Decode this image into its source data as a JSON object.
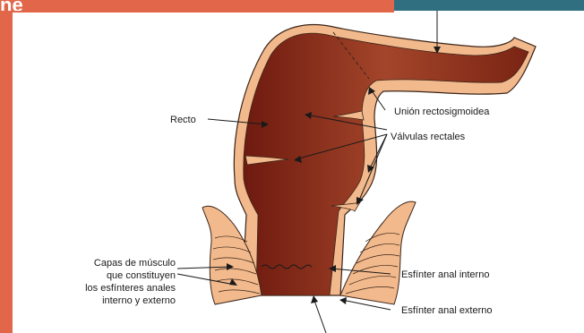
{
  "header": {
    "tab_text": "ne"
  },
  "labels": {
    "recto": "Recto",
    "union": "Unión rectosigmoidea",
    "valvulas": "Válvulas rectales",
    "capas_line1": "Capas de músculo",
    "capas_line2": "que constituyen",
    "capas_line3": "los esfínteres anales",
    "capas_line4": "interno y externo",
    "esfinter_interno": "Esfínter anal interno",
    "esfinter_externo": "Esfínter anal externo"
  },
  "colors": {
    "frame_orange": "#e2674a",
    "frame_teal": "#2f6f80",
    "tissue_outer": "#f2b98c",
    "lumen_dark": "#7a1e12",
    "lumen_mid": "#9b3a20"
  }
}
